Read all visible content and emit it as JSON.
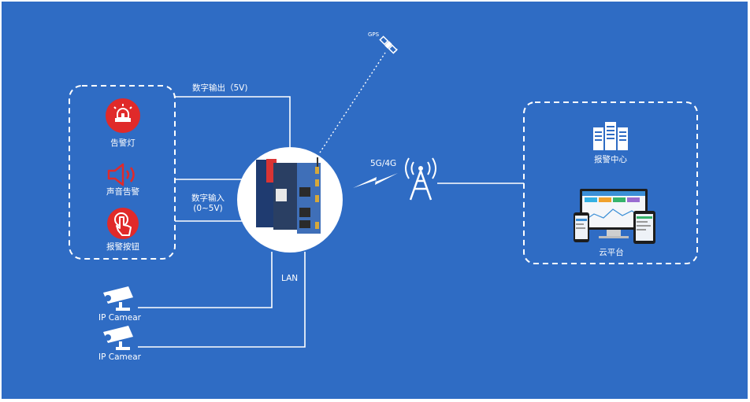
{
  "diagram": {
    "devices": {
      "alarm_light": "告警灯",
      "sound_alarm": "声音告警",
      "alarm_button": "报警按钮"
    },
    "links": {
      "digital_output": "数字输出（5V)",
      "digital_input_line1": "数字输入",
      "digital_input_line2": "(0~5V)",
      "lan": "LAN",
      "gps": "GPS",
      "cellular": "5G/4G"
    },
    "cameras": [
      "IP Camear",
      "IP Camear"
    ],
    "remote": {
      "alarm_center": "报警中心",
      "cloud_platform": "云平台"
    },
    "colors": {
      "background": "#2f6cc4",
      "alarm_red": "#e02a2a",
      "line": "#ffffff"
    }
  }
}
